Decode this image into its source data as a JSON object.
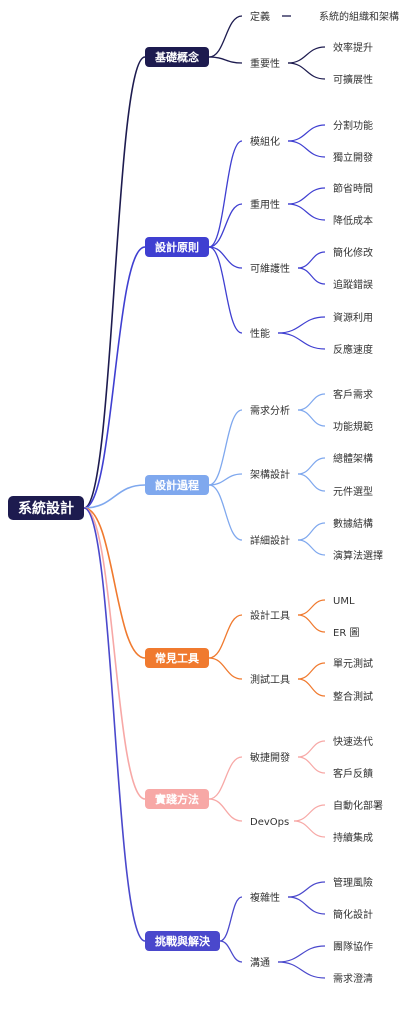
{
  "root": {
    "label": "系統設計",
    "color": "#1d1b4f"
  },
  "branches": [
    {
      "label": "基礎概念",
      "color": "#1d1b4f",
      "children": [
        {
          "label": "定義",
          "children": [
            "系統的組織和架構"
          ]
        },
        {
          "label": "重要性",
          "children": [
            "效率提升",
            "可擴展性"
          ]
        }
      ]
    },
    {
      "label": "設計原則",
      "color": "#3f3fd1",
      "children": [
        {
          "label": "模組化",
          "children": [
            "分割功能",
            "獨立開發"
          ]
        },
        {
          "label": "重用性",
          "children": [
            "節省時間",
            "降低成本"
          ]
        },
        {
          "label": "可維護性",
          "children": [
            "簡化修改",
            "追蹤錯誤"
          ]
        },
        {
          "label": "性能",
          "children": [
            "資源利用",
            "反應速度"
          ]
        }
      ]
    },
    {
      "label": "設計過程",
      "color": "#7fa8ee",
      "children": [
        {
          "label": "需求分析",
          "children": [
            "客戶需求",
            "功能規範"
          ]
        },
        {
          "label": "架構設計",
          "children": [
            "總體架構",
            "元件選型"
          ]
        },
        {
          "label": "詳細設計",
          "children": [
            "數據結構",
            "演算法選擇"
          ]
        }
      ]
    },
    {
      "label": "常見工具",
      "color": "#f07a2f",
      "children": [
        {
          "label": "設計工具",
          "children": [
            "UML",
            "ER 圖"
          ]
        },
        {
          "label": "測試工具",
          "children": [
            "單元測試",
            "整合測試"
          ]
        }
      ]
    },
    {
      "label": "實踐方法",
      "color": "#f7a8a6",
      "children": [
        {
          "label": "敏捷開發",
          "children": [
            "快速迭代",
            "客戶反饋"
          ]
        },
        {
          "label": "DevOps",
          "children": [
            "自動化部署",
            "持續集成"
          ]
        }
      ]
    },
    {
      "label": "挑戰與解決",
      "color": "#4a48cc",
      "children": [
        {
          "label": "複雜性",
          "children": [
            "管理風險",
            "簡化設計"
          ]
        },
        {
          "label": "溝通",
          "children": [
            "團隊協作",
            "需求澄清"
          ]
        }
      ]
    }
  ]
}
